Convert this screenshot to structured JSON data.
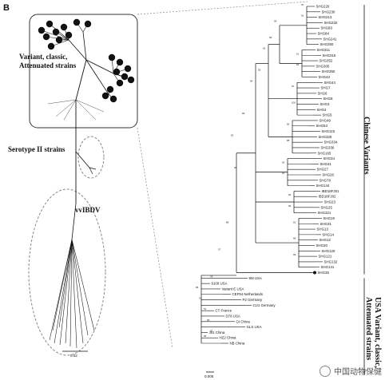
{
  "panel_label": "B",
  "clusters": {
    "variant_line1": "Variant, classic,",
    "variant_line2": "Attenuated strains",
    "serotype2": "Serotype II strains",
    "vvibdv": "vvIBDV"
  },
  "side_labels": {
    "chinese": "Chinese Variants",
    "usa_line1": "USA Variant, classic,",
    "usa_line2": "Attenuated strains"
  },
  "scale_bars": {
    "unrooted": "0.02",
    "detail": "0.005"
  },
  "watermark": "中国动物保健",
  "taxa": [
    "SHG226",
    "SHG230",
    "SHG213",
    "SHG232",
    "SHG83",
    "SHG84",
    "SHG241",
    "SHG250",
    "SHG311",
    "SHG316",
    "SHG352",
    "SHG305",
    "SHG350",
    "SHG43",
    "SHG44",
    "SHG7",
    "SHG6",
    "SHG8",
    "SHG3",
    "SHG4",
    "SHG5",
    "SHG49",
    "SHG53",
    "SHG115",
    "SHG326",
    "SHG334",
    "SHG336",
    "SHG165",
    "SHG34",
    "SHG41",
    "SHG27",
    "SHG26",
    "SHG78",
    "SHG144",
    "IBD18FJ01",
    "IBD18FJ02",
    "SHG23",
    "SHG25",
    "SHG321",
    "SHG19",
    "SHG31",
    "SHG13",
    "SHG14",
    "SHG12",
    "SHG20",
    "SHG120",
    "SHG121",
    "SHG132",
    "SHG141",
    "SHG35",
    "9M USA",
    "9109 USA",
    "Variant E USA",
    "CEF94 Netherlands",
    "P2 Germany",
    "CU1 Germany",
    "CT France",
    "D78 USA",
    "GI China",
    "GLS USA",
    "J01 China",
    "HZ2 China",
    "NB China"
  ],
  "bootstraps": [
    "97",
    "91",
    "61",
    "62",
    "97",
    "100",
    "56",
    "88",
    "62",
    "64",
    "82",
    "96",
    "51",
    "68",
    "69",
    "99",
    "62",
    "94",
    "63",
    "85",
    "57",
    "51",
    "99",
    "97",
    "68",
    "55",
    "99",
    "66",
    "88",
    "57",
    "78",
    "96"
  ],
  "colors": {
    "line": "#111111",
    "dot": "#111111",
    "dash": "#888888"
  }
}
